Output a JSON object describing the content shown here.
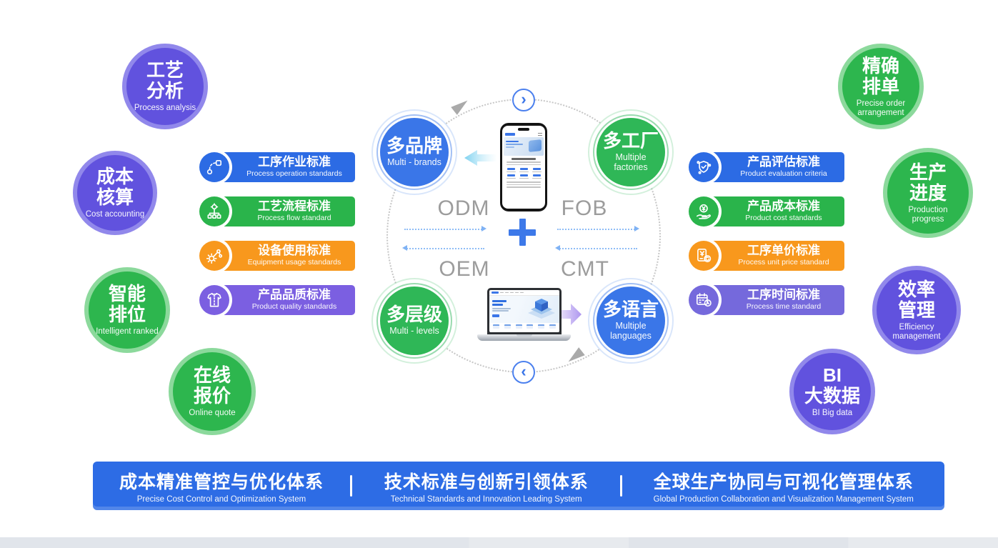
{
  "palette": {
    "banner_blue": "#2C6BE4",
    "banner_green": "#2AB44B",
    "banner_orange": "#F8981D",
    "banner_purple": "#7B5FE1",
    "banner_purple2": "#7569DC",
    "hub_blue": "#3A76E8",
    "hub_green": "#2FB757",
    "bubble_purple": "#6152DE",
    "bubble_green": "#2DB64E",
    "bottom_banner_blue": "#2D6CE5"
  },
  "left_circles": [
    {
      "zh": "工艺\n分析",
      "en": "Process analysis",
      "fill": "#6152DE",
      "ring": "#9188EB"
    },
    {
      "zh": "成本\n核算",
      "en": "Cost accounting",
      "fill": "#6152DE",
      "ring": "#9188EB"
    },
    {
      "zh": "智能\n排位",
      "en": "Intelligent ranked",
      "fill": "#2DB64E",
      "ring": "#8CD99C"
    },
    {
      "zh": "在线\n报价",
      "en": "Online quote",
      "fill": "#2DB64E",
      "ring": "#8CD99C"
    }
  ],
  "right_circles": [
    {
      "zh": "精确\n排单",
      "en": "Precise order arrangement",
      "fill": "#2DB64E",
      "ring": "#8CD99C"
    },
    {
      "zh": "生产\n进度",
      "en": "Production progress",
      "fill": "#2DB64E",
      "ring": "#8CD99C"
    },
    {
      "zh": "效率\n管理",
      "en": "Efficiency management",
      "fill": "#6152DE",
      "ring": "#9188EB"
    },
    {
      "zh": "BI\n大数据",
      "en": "BI Big data",
      "fill": "#6152DE",
      "ring": "#9188EB"
    }
  ],
  "left_banners": [
    {
      "zh": "工序作业标准",
      "en": "Process operation standards",
      "color": "#2C6BE4",
      "icon": "route-icon"
    },
    {
      "zh": "工艺流程标准",
      "en": "Process flow standard",
      "color": "#2AB44B",
      "icon": "flow-tree-icon"
    },
    {
      "zh": "设备使用标准",
      "en": "Equipment usage standards",
      "color": "#F8981D",
      "icon": "gear-link-icon"
    },
    {
      "zh": "产品品质标准",
      "en": "Product quality standards",
      "color": "#7B5FE1",
      "icon": "shirt-icon"
    }
  ],
  "right_banners": [
    {
      "zh": "产品评估标准",
      "en": "Product evaluation criteria",
      "color": "#2C6BE4",
      "icon": "shield-icon"
    },
    {
      "zh": "产品成本标准",
      "en": "Product cost standards",
      "color": "#2AB44B",
      "icon": "coin-hand-icon"
    },
    {
      "zh": "工序单价标准",
      "en": "Process unit price standard",
      "color": "#F8981D",
      "icon": "calculator-icon"
    },
    {
      "zh": "工序时间标准",
      "en": "Process time standard",
      "color": "#7569DC",
      "icon": "calendar-clock-icon"
    }
  ],
  "hub_circles": [
    {
      "zh": "多品牌",
      "en": "Multi - brands",
      "fill": "#3A76E8"
    },
    {
      "zh": "多工厂",
      "en": "Multiple factories",
      "fill": "#2FB757"
    },
    {
      "zh": "多层级",
      "en": "Multi - levels",
      "fill": "#2FB757"
    },
    {
      "zh": "多语言",
      "en": "Multiple languages",
      "fill": "#3A76E8"
    }
  ],
  "trade_labels": {
    "top_left": "ODM",
    "top_right": "FOB",
    "bottom_left": "OEM",
    "bottom_right": "CMT"
  },
  "carousel": {
    "next_symbol": "›",
    "prev_symbol": "‹"
  },
  "bottom_banner": {
    "bg": "#2D6CE5",
    "items": [
      {
        "zh": "成本精准管控与优化体系",
        "en": "Precise Cost Control and Optimization System"
      },
      {
        "zh": "技术标准与创新引领体系",
        "en": "Technical Standards and Innovation Leading System"
      },
      {
        "zh": "全球生产协同与可视化管理体系",
        "en": "Global Production Collaboration and Visualization Management System"
      }
    ]
  }
}
